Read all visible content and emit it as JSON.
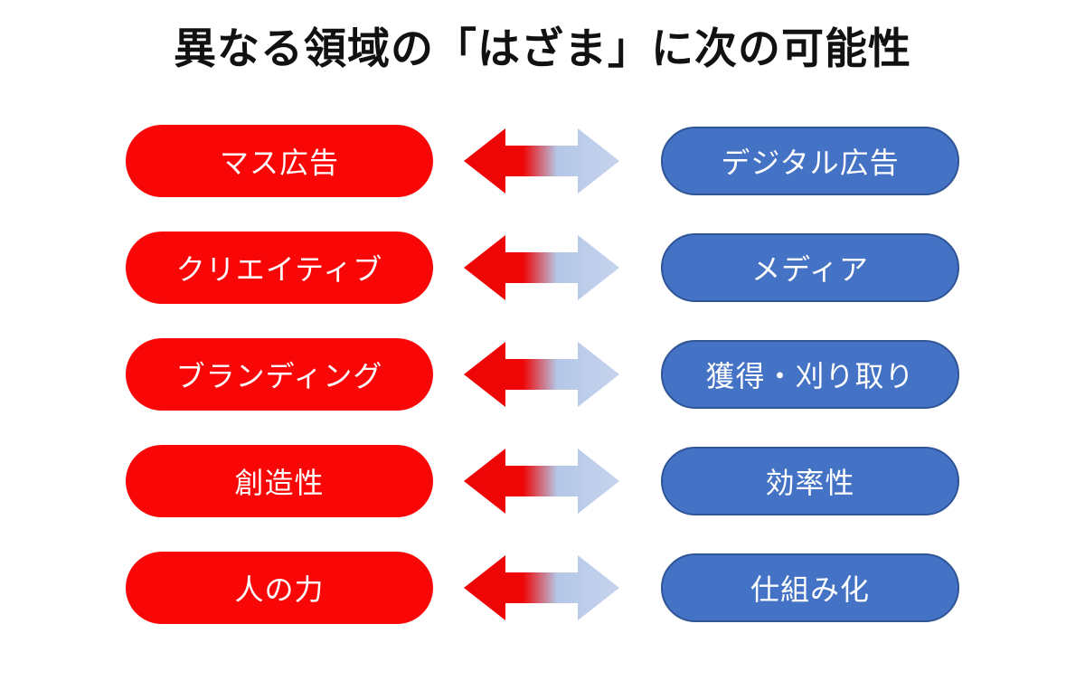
{
  "title": "異なる領域の「はざま」に次の可能性",
  "colors": {
    "background": "#ffffff",
    "title-color": "#111111",
    "pill-red": "#f90606",
    "pill-blue": "#4472c4",
    "pill-blue-border": "#2f5597",
    "arrow-red": "#ee0505",
    "arrow-blue": "#b4c7e7",
    "arrow-blue-light": "#c6d3ee"
  },
  "arrow_icon": "bidirectional-arrow",
  "rows": [
    {
      "left": "マス広告",
      "right": "デジタル広告"
    },
    {
      "left": "クリエイティブ",
      "right": "メディア"
    },
    {
      "left": "ブランディング",
      "right": "獲得・刈り取り"
    },
    {
      "left": "創造性",
      "right": "効率性"
    },
    {
      "left": "人の力",
      "right": "仕組み化"
    }
  ]
}
